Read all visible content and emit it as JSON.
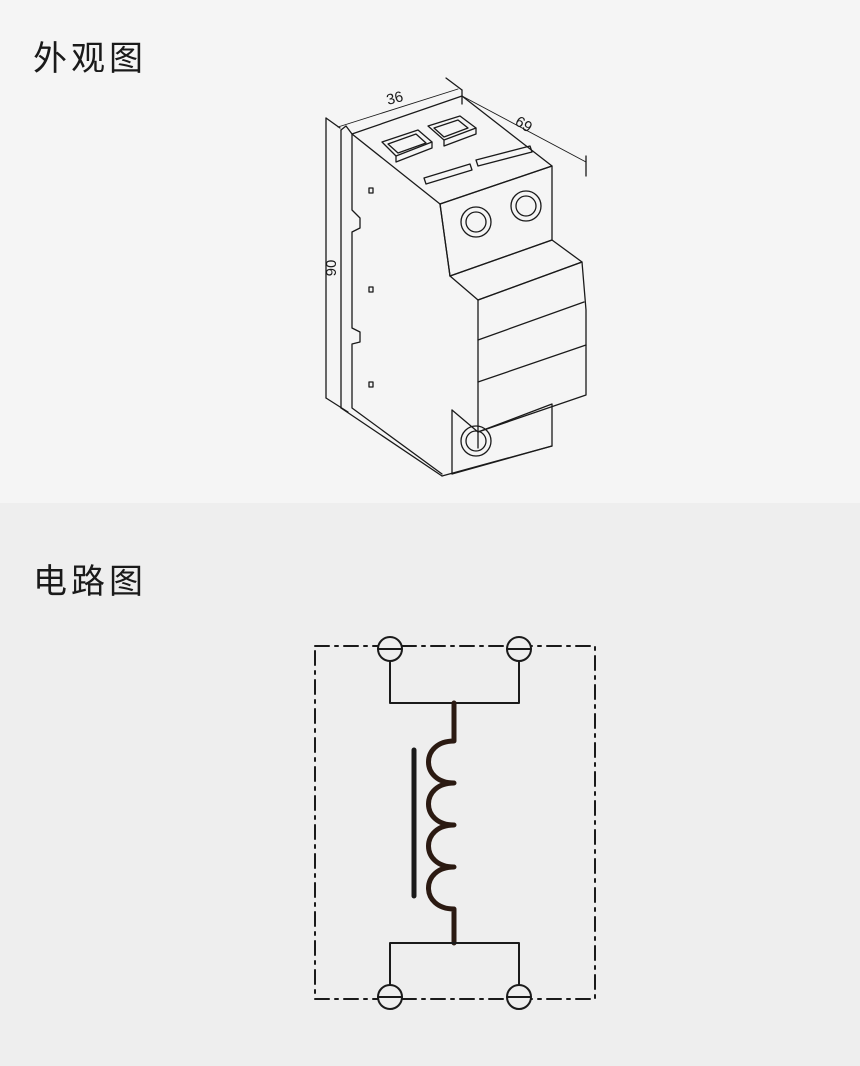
{
  "appearance": {
    "title": "外观图",
    "dimensions": {
      "width": "36",
      "depth": "69",
      "height": "90"
    }
  },
  "circuit": {
    "title": "电路图"
  },
  "colors": {
    "appearance_bg": "#f5f5f5",
    "circuit_bg": "#eeeeee",
    "line": "#1a1a1a",
    "coil": "#2b1a12"
  }
}
